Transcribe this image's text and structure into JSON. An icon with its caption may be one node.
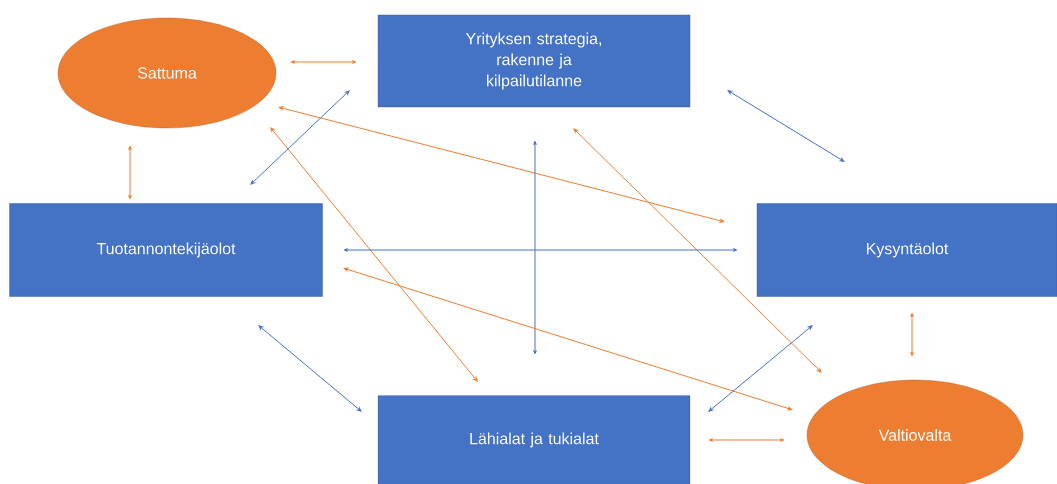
{
  "diagram": {
    "nodes": [
      {
        "text": [
          "Sattuma"
        ]
      },
      {
        "text": [
          "Yrityksen strategia, rakenne ja kilpailutilanne"
        ]
      },
      {
        "text": [
          "Tuotannontekijäolot"
        ]
      },
      {
        "text": [
          "Kysyntäolot"
        ]
      },
      {
        "text": [
          "Lähialat ja tukialat"
        ]
      },
      {
        "text": [
          "Valtiovalta"
        ]
      }
    ],
    "edges": [
      {
        "from": 0,
        "to": 1,
        "arrow": "both"
      },
      {
        "from": 0,
        "to": 2,
        "arrow": "both"
      },
      {
        "from": 0,
        "to": 3,
        "arrow": "both"
      },
      {
        "from": 0,
        "to": 4,
        "arrow": "both"
      },
      {
        "from": 1,
        "to": 2,
        "arrow": "both",
        "color": "#4472c4"
      },
      {
        "from": 1,
        "to": 3,
        "arrow": "both",
        "color": "#4472c4"
      },
      {
        "from": 1,
        "to": 4,
        "arrow": "both",
        "color": "#4472c4"
      },
      {
        "from": 1,
        "to": 5,
        "arrow": "both"
      },
      {
        "from": 2,
        "to": 3,
        "arrow": "both",
        "color": "#4472c4"
      },
      {
        "from": 2,
        "to": 4,
        "arrow": "both",
        "color": "#4472c4"
      },
      {
        "from": 2,
        "to": 5,
        "arrow": "both"
      },
      {
        "from": 4,
        "to": 3,
        "arrow": "both",
        "color": "#4472c4"
      },
      {
        "from": 3,
        "to": 5,
        "arrow": "both"
      },
      {
        "from": 4,
        "to": 5,
        "arrow": "both"
      }
    ]
  }
}
